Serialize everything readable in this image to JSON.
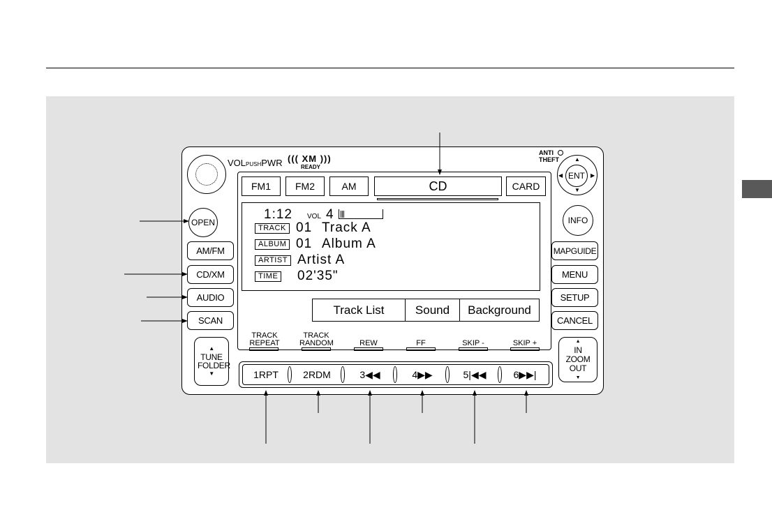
{
  "top_buttons": [
    "FM1",
    "FM2",
    "AM",
    "CD",
    "CARD"
  ],
  "left_buttons": [
    "OPEN",
    "AM/FM",
    "CD/XM",
    "AUDIO",
    "SCAN"
  ],
  "tune_folder": "TUNE FOLDER",
  "right_buttons": [
    "MAPGUIDE",
    "MENU",
    "SETUP",
    "CANCEL"
  ],
  "info": "INFO",
  "ent": "ENT",
  "zoom": {
    "in": "IN",
    "zoom": "ZOOM",
    "out": "OUT"
  },
  "knob_label": {
    "vol": "VOL",
    "push": "PUSH",
    "pwr": "PWR"
  },
  "xm_ready": {
    "brand": "XM",
    "ready": "READY"
  },
  "anti_theft": [
    "ANTI",
    "THEFT"
  ],
  "display": {
    "clock": "1:12",
    "vol_label": "VOL",
    "vol_value": "4",
    "rows": [
      {
        "tag": "TRACK",
        "num": "01",
        "text": "Track A"
      },
      {
        "tag": "ALBUM",
        "num": "01",
        "text": "Album A"
      },
      {
        "tag": "ARTIST",
        "num": "",
        "text": "Artist A"
      },
      {
        "tag": "TIME",
        "num": "",
        "text": "02'35\""
      }
    ]
  },
  "soft_buttons": [
    "Track List",
    "Sound",
    "Background"
  ],
  "function_labels": [
    {
      "top": "TRACK",
      "bottom": "REPEAT"
    },
    {
      "top": "TRACK",
      "bottom": "RANDOM"
    },
    {
      "top": "",
      "bottom": "REW"
    },
    {
      "top": "",
      "bottom": "FF"
    },
    {
      "top": "",
      "bottom": "SKIP -"
    },
    {
      "top": "",
      "bottom": "SKIP +"
    }
  ],
  "presets": [
    "1RPT",
    "2RDM",
    "3◀◀",
    "4▶▶",
    "5|◀◀",
    "6▶▶|"
  ]
}
